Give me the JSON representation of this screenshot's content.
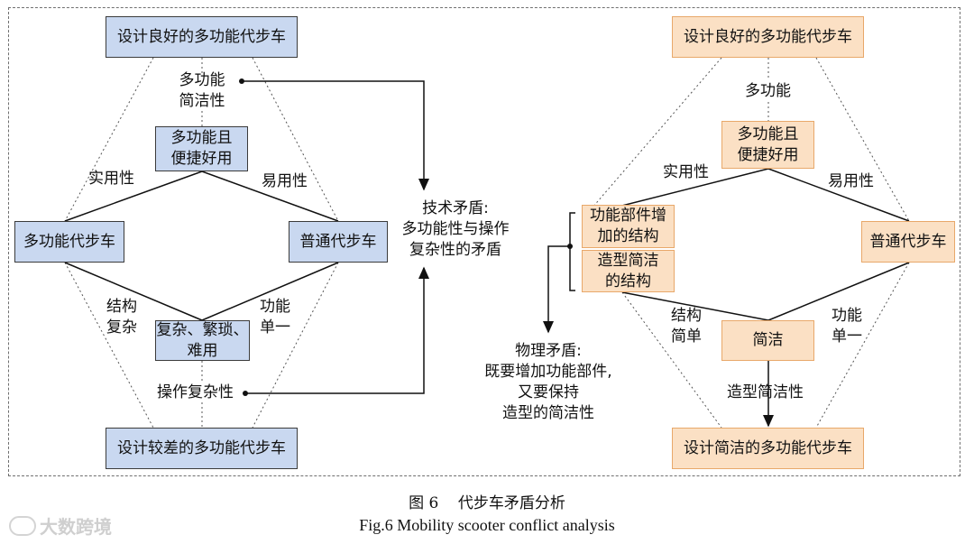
{
  "left": {
    "top": "设计良好的多功能代步车",
    "top_label": "多功能\n简洁性",
    "upper_mid": "多功能且\n便捷好用",
    "left_side_label": "实用性",
    "right_side_label": "易用性",
    "left_node": "多功能代步车",
    "right_node": "普通代步车",
    "lower_left_label": "结构\n复杂",
    "lower_right_label": "功能\n单一",
    "lower_mid": "复杂、繁琐、\n难用",
    "bottom_label": "操作复杂性",
    "bottom": "设计较差的多功能代步车"
  },
  "center_label": "技术矛盾:\n多功能性与操作\n复杂性的矛盾",
  "right": {
    "top": "设计良好的多功能代步车",
    "top_label": "多功能",
    "upper_mid": "多功能且\n便捷好用",
    "left_side_label": "实用性",
    "right_side_label": "易用性",
    "struct_a": "功能部件增\n加的结构",
    "struct_b": "造型简洁\n的结构",
    "right_node": "普通代步车",
    "lower_left_label": "结构\n简单",
    "lower_right_label": "功能\n单一",
    "lower_mid": "简洁",
    "bottom_label": "造型简洁性",
    "bottom": "设计简洁的多功能代步车"
  },
  "physical_label": "物理矛盾:\n既要增加功能部件,\n又要保持\n造型的简洁性",
  "caption": {
    "cn": "图 6    代步车矛盾分析",
    "en": "Fig.6 Mobility scooter conflict analysis"
  },
  "watermark": "大数跨境",
  "colors": {
    "left_fill": "#c9d8f0",
    "right_fill": "#fbe0c4",
    "right_border": "#e8a86a"
  }
}
